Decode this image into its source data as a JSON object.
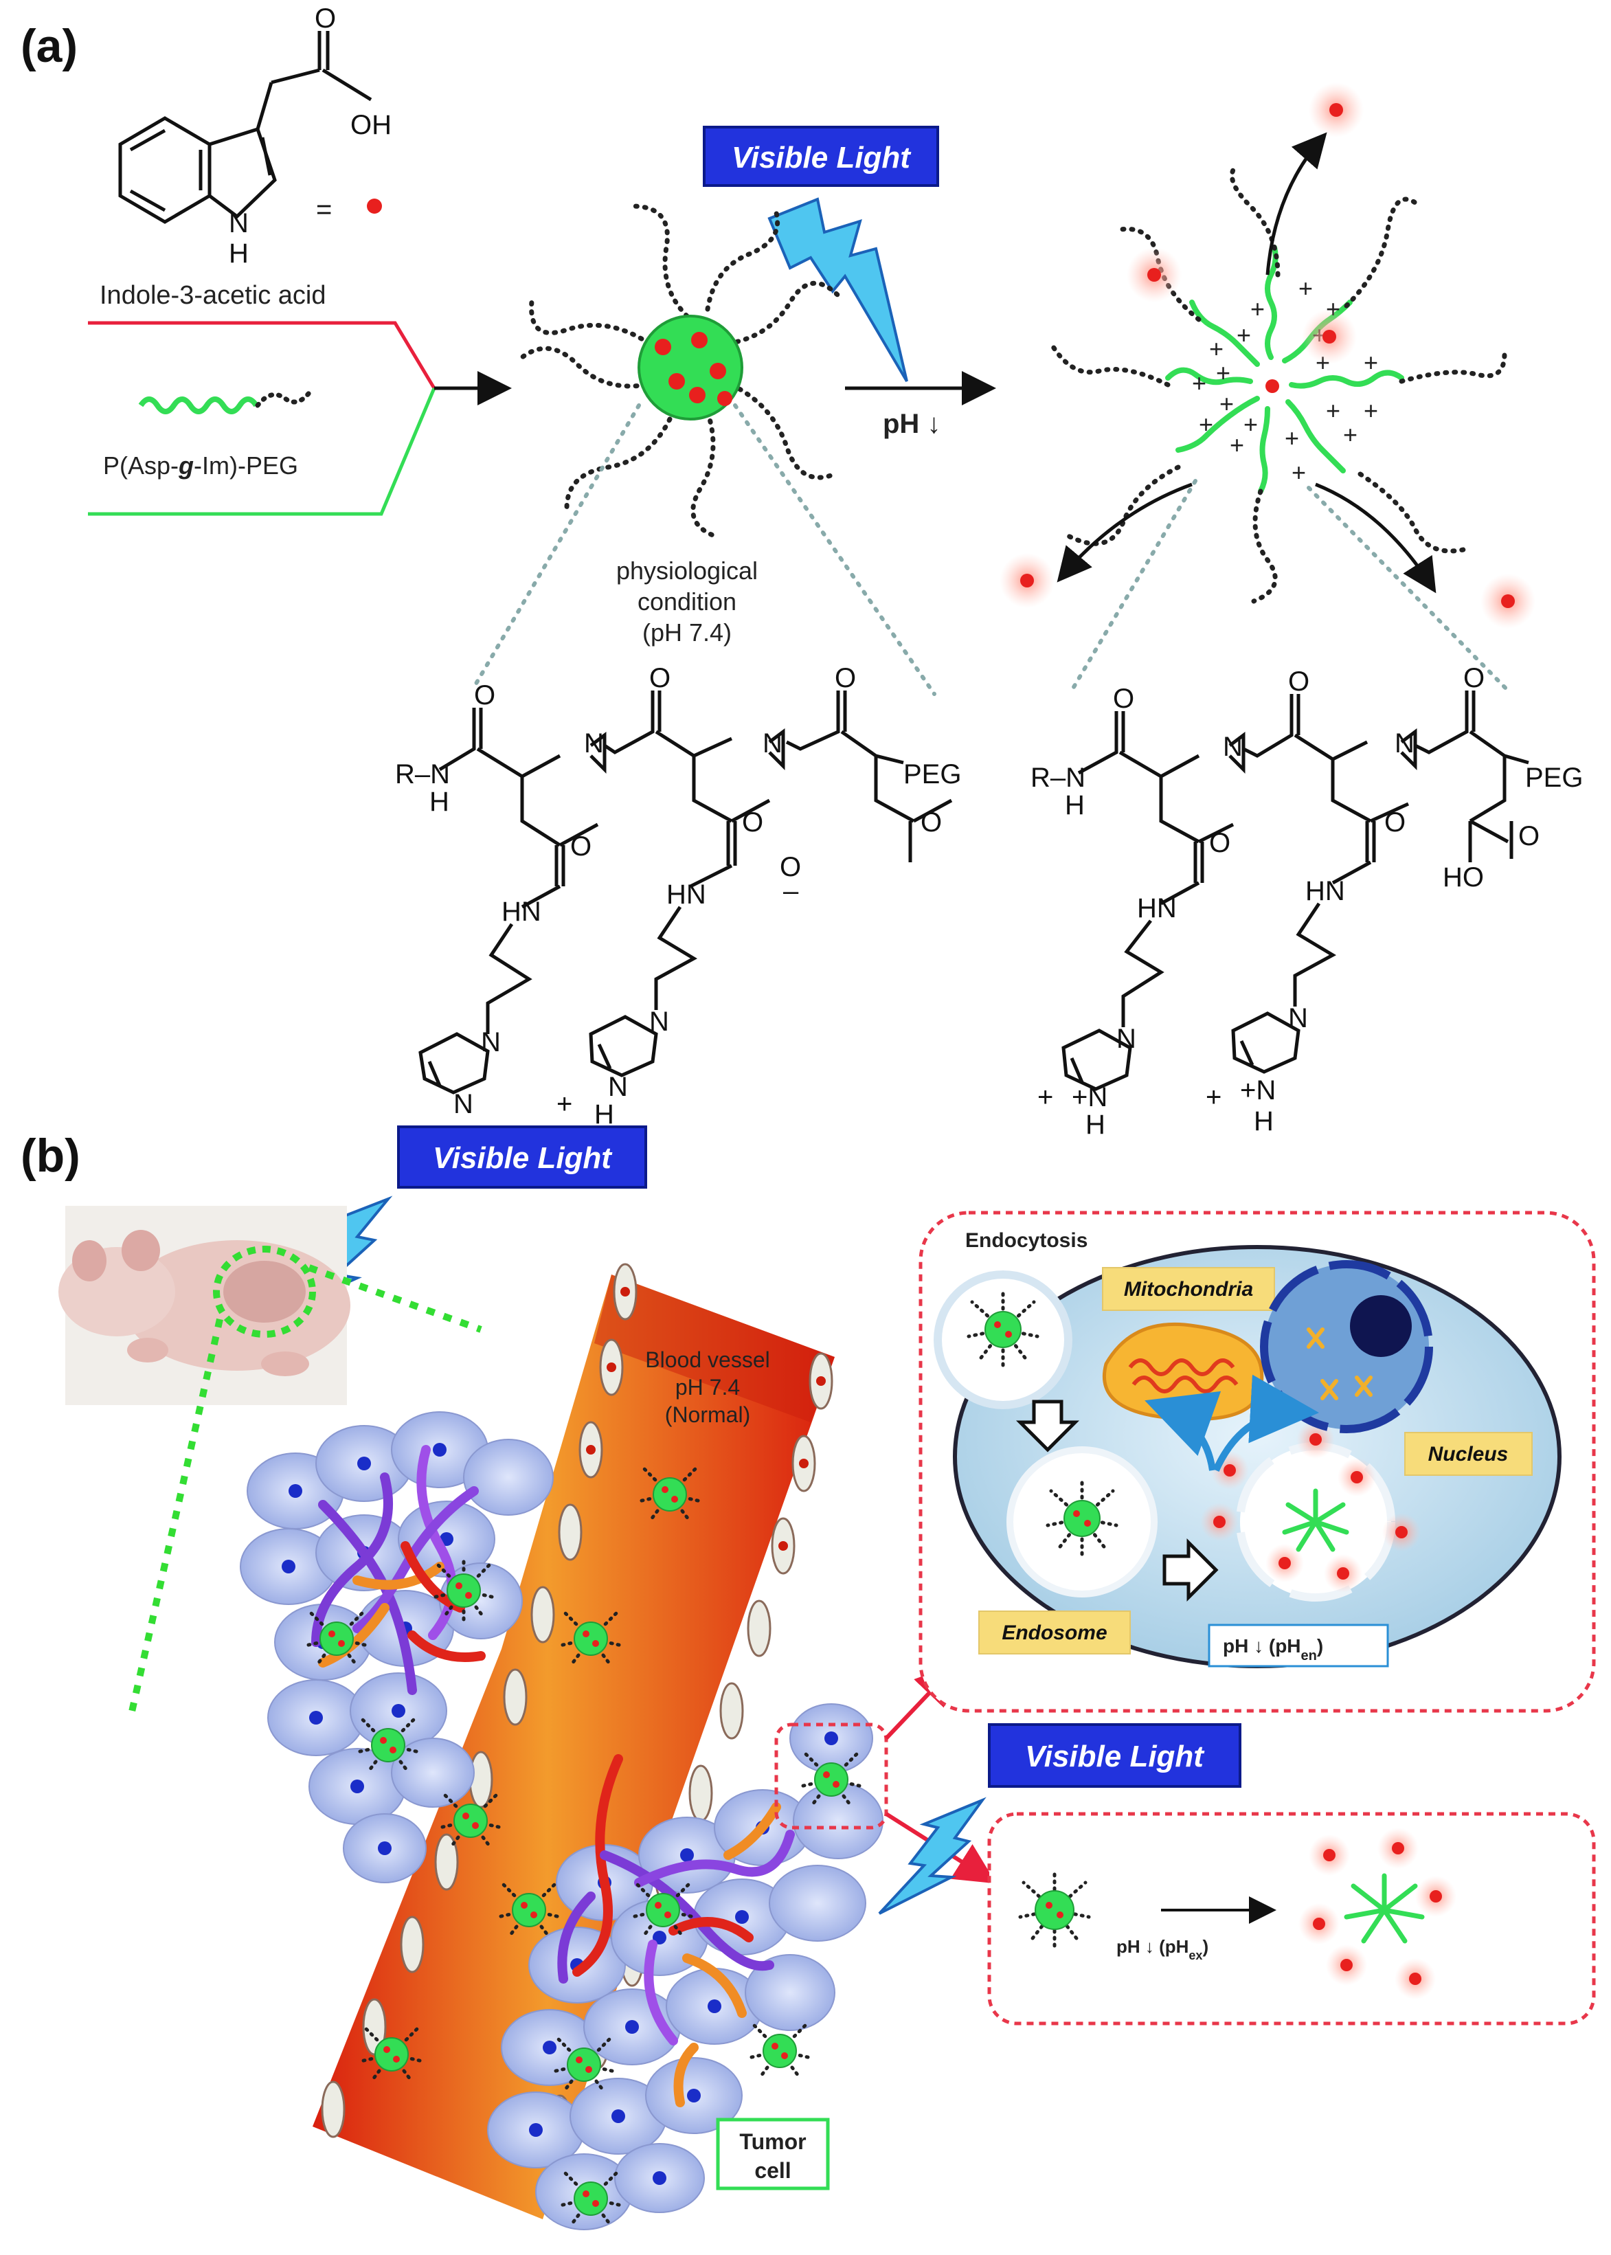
{
  "panels": {
    "a": "(a)",
    "b": "(b)"
  },
  "panel_a": {
    "molecule_name": "Indole-3-acetic acid",
    "equals": "=",
    "polymer_name_parts": [
      "P(Asp-",
      "g",
      "-Im)-PEG"
    ],
    "visible_light": "Visible Light",
    "ph_drop": "pH ↓",
    "condition_lines": [
      "physiological",
      "condition",
      "(pH 7.4)"
    ],
    "chem_labels": {
      "carbonyl_o": "O",
      "hydroxyl": "OH",
      "indole_n": "N",
      "indole_h": "H",
      "r_nh": "R–N",
      "h": "H",
      "nh": "N",
      "hn": "HN",
      "peg": "PEG",
      "o": "O",
      "o_minus": "O",
      "minus": "–",
      "ho": "HO",
      "n": "N",
      "nh_plus": "+N",
      "plus": "+"
    }
  },
  "panel_b": {
    "visible_light_top": "Visible Light",
    "visible_light_mid": "Visible Light",
    "blood_vessel_lines": [
      "Blood vessel",
      "pH 7.4",
      "(Normal)"
    ],
    "endocytosis": "Endocytosis",
    "mitochondria": "Mitochondria",
    "nucleus": "Nucleus",
    "endosome": "Endosome",
    "ph_en": "pH ↓ (pH",
    "ph_en_sub": "en",
    "ph_ex": "pH ↓ (pH",
    "ph_ex_sub": "ex",
    "tumor_cell_lines": [
      "Tumor",
      "cell"
    ]
  },
  "colors": {
    "micelle_green": "#33dd55",
    "drug_red": "#e8201e",
    "light_blue_label": "#2233dd",
    "bolt": "#4fc6f0",
    "tumor_cell": "#aab8ee",
    "vessel_red": "#dd2a10",
    "vessel_orange": "#f59a2a",
    "dotted_red": "#e8374a",
    "label_yellow": "#f7dc7a"
  }
}
